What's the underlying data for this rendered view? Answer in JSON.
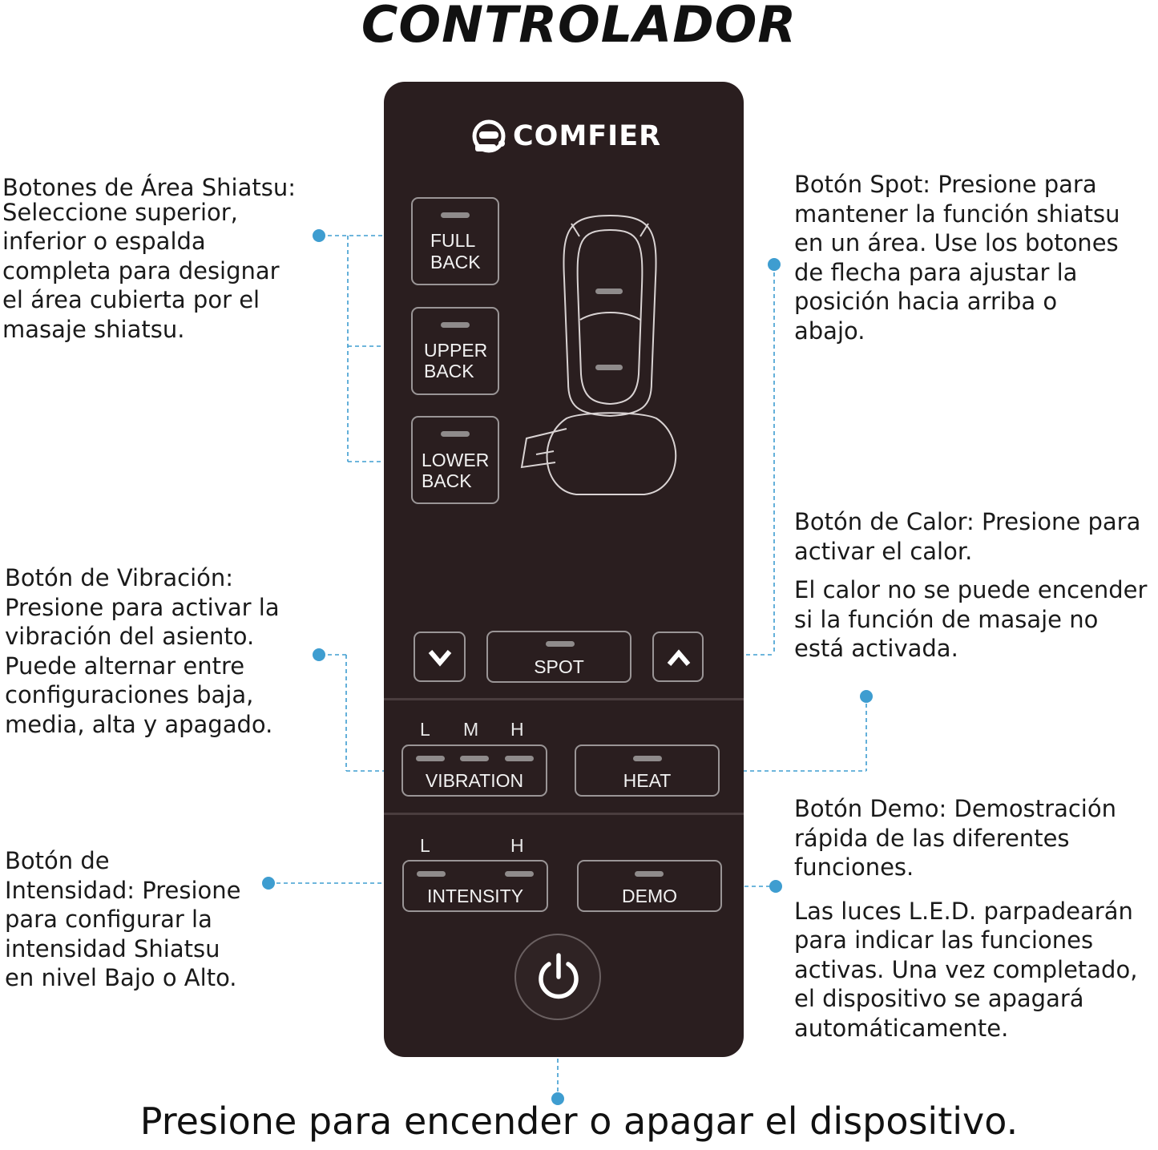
{
  "title": "CONTROLADOR",
  "brand": {
    "name": "COMFIER",
    "logo_icon": "mascot-logo-icon"
  },
  "annotations": {
    "shiatsu_area": {
      "heading": "Botones de Área Shiatsu:",
      "lines": [
        "Seleccione superior,",
        "inferior o espalda",
        "completa para designar",
        "el área cubierta por el",
        "masaje shiatsu."
      ]
    },
    "vibration": {
      "lines": [
        "Botón de Vibración:",
        "Presione para activar la",
        "vibración del asiento.",
        "Puede alternar entre",
        "configuraciones baja,",
        "media, alta y apagado."
      ]
    },
    "intensity": {
      "lines": [
        "Botón de",
        "Intensidad: Presione",
        "para configurar la",
        "intensidad Shiatsu",
        "en nivel Bajo o Alto."
      ]
    },
    "spot": {
      "lines": [
        "Botón Spot: Presione para",
        "mantener la función shiatsu",
        "en un área. Use los botones",
        "de flecha para ajustar la",
        "posición hacia arriba o",
        "abajo."
      ]
    },
    "heat": {
      "lines": [
        "Botón de Calor: Presione para",
        "activar el calor."
      ],
      "note_lines": [
        "El calor no se puede encender",
        "si la función de masaje no",
        "está activada."
      ]
    },
    "demo": {
      "lines": [
        "Botón Demo: Demostración",
        "rápida de las diferentes",
        "funciones."
      ],
      "note_lines": [
        "Las luces L.E.D. parpadearán",
        "para indicar las funciones",
        "activas. Una vez completado,",
        "el dispositivo se apagará",
        "automáticamente."
      ]
    },
    "power": "Presione para encender o apagar el dispositivo."
  },
  "remote": {
    "full_back": [
      "FULL",
      "BACK"
    ],
    "upper_back": [
      "UPPER",
      "BACK"
    ],
    "lower_back": [
      "LOWER",
      "BACK"
    ],
    "down_icon": "chevron-down-icon",
    "up_icon": "chevron-up-icon",
    "spot": "SPOT",
    "vibration": {
      "label": "VIBRATION",
      "levels": [
        "L",
        "M",
        "H"
      ]
    },
    "heat": "HEAT",
    "intensity": {
      "label": "INTENSITY",
      "levels": [
        "L",
        "H"
      ]
    },
    "demo": "DEMO",
    "power_icon": "power-icon"
  },
  "colors": {
    "panel": "#2a1e1f",
    "leader": "#3e9dd0",
    "button_border": "#9a9596",
    "led": "#8f8b8b"
  }
}
